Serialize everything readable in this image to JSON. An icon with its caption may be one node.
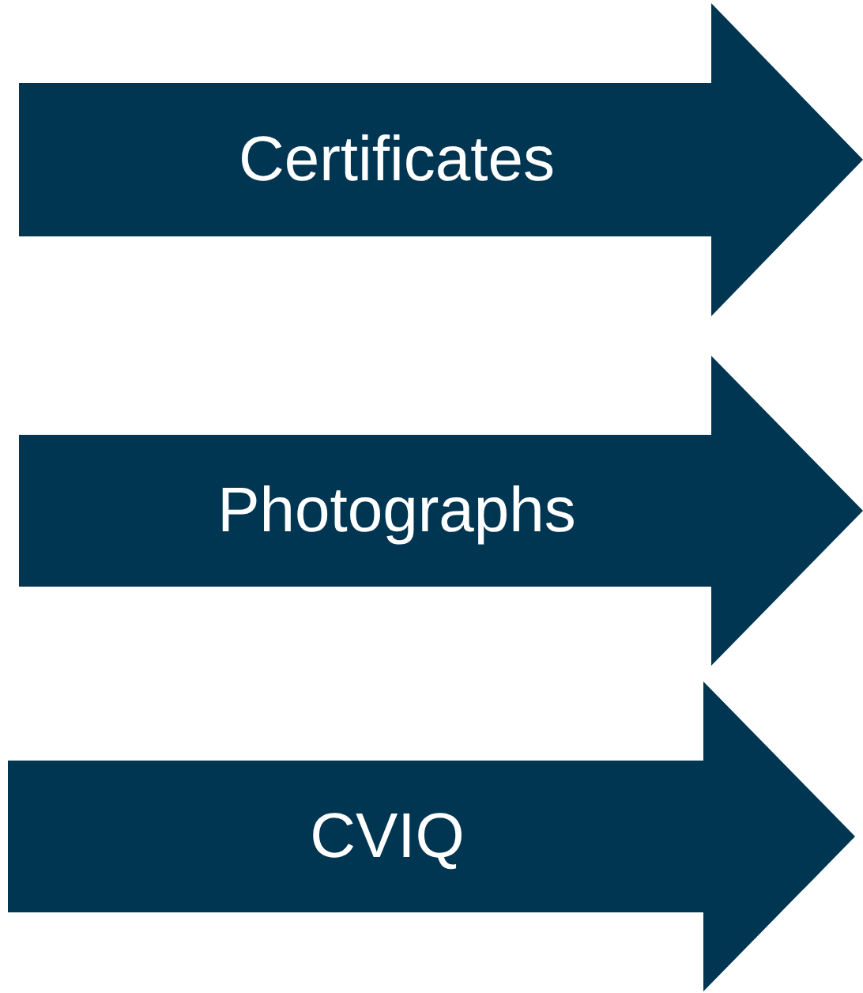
{
  "diagram": {
    "nodes": [
      {
        "text": [
          "Certificates"
        ]
      },
      {
        "text": [
          "Photographs"
        ]
      },
      {
        "text": [
          "CVIQ"
        ]
      }
    ]
  }
}
